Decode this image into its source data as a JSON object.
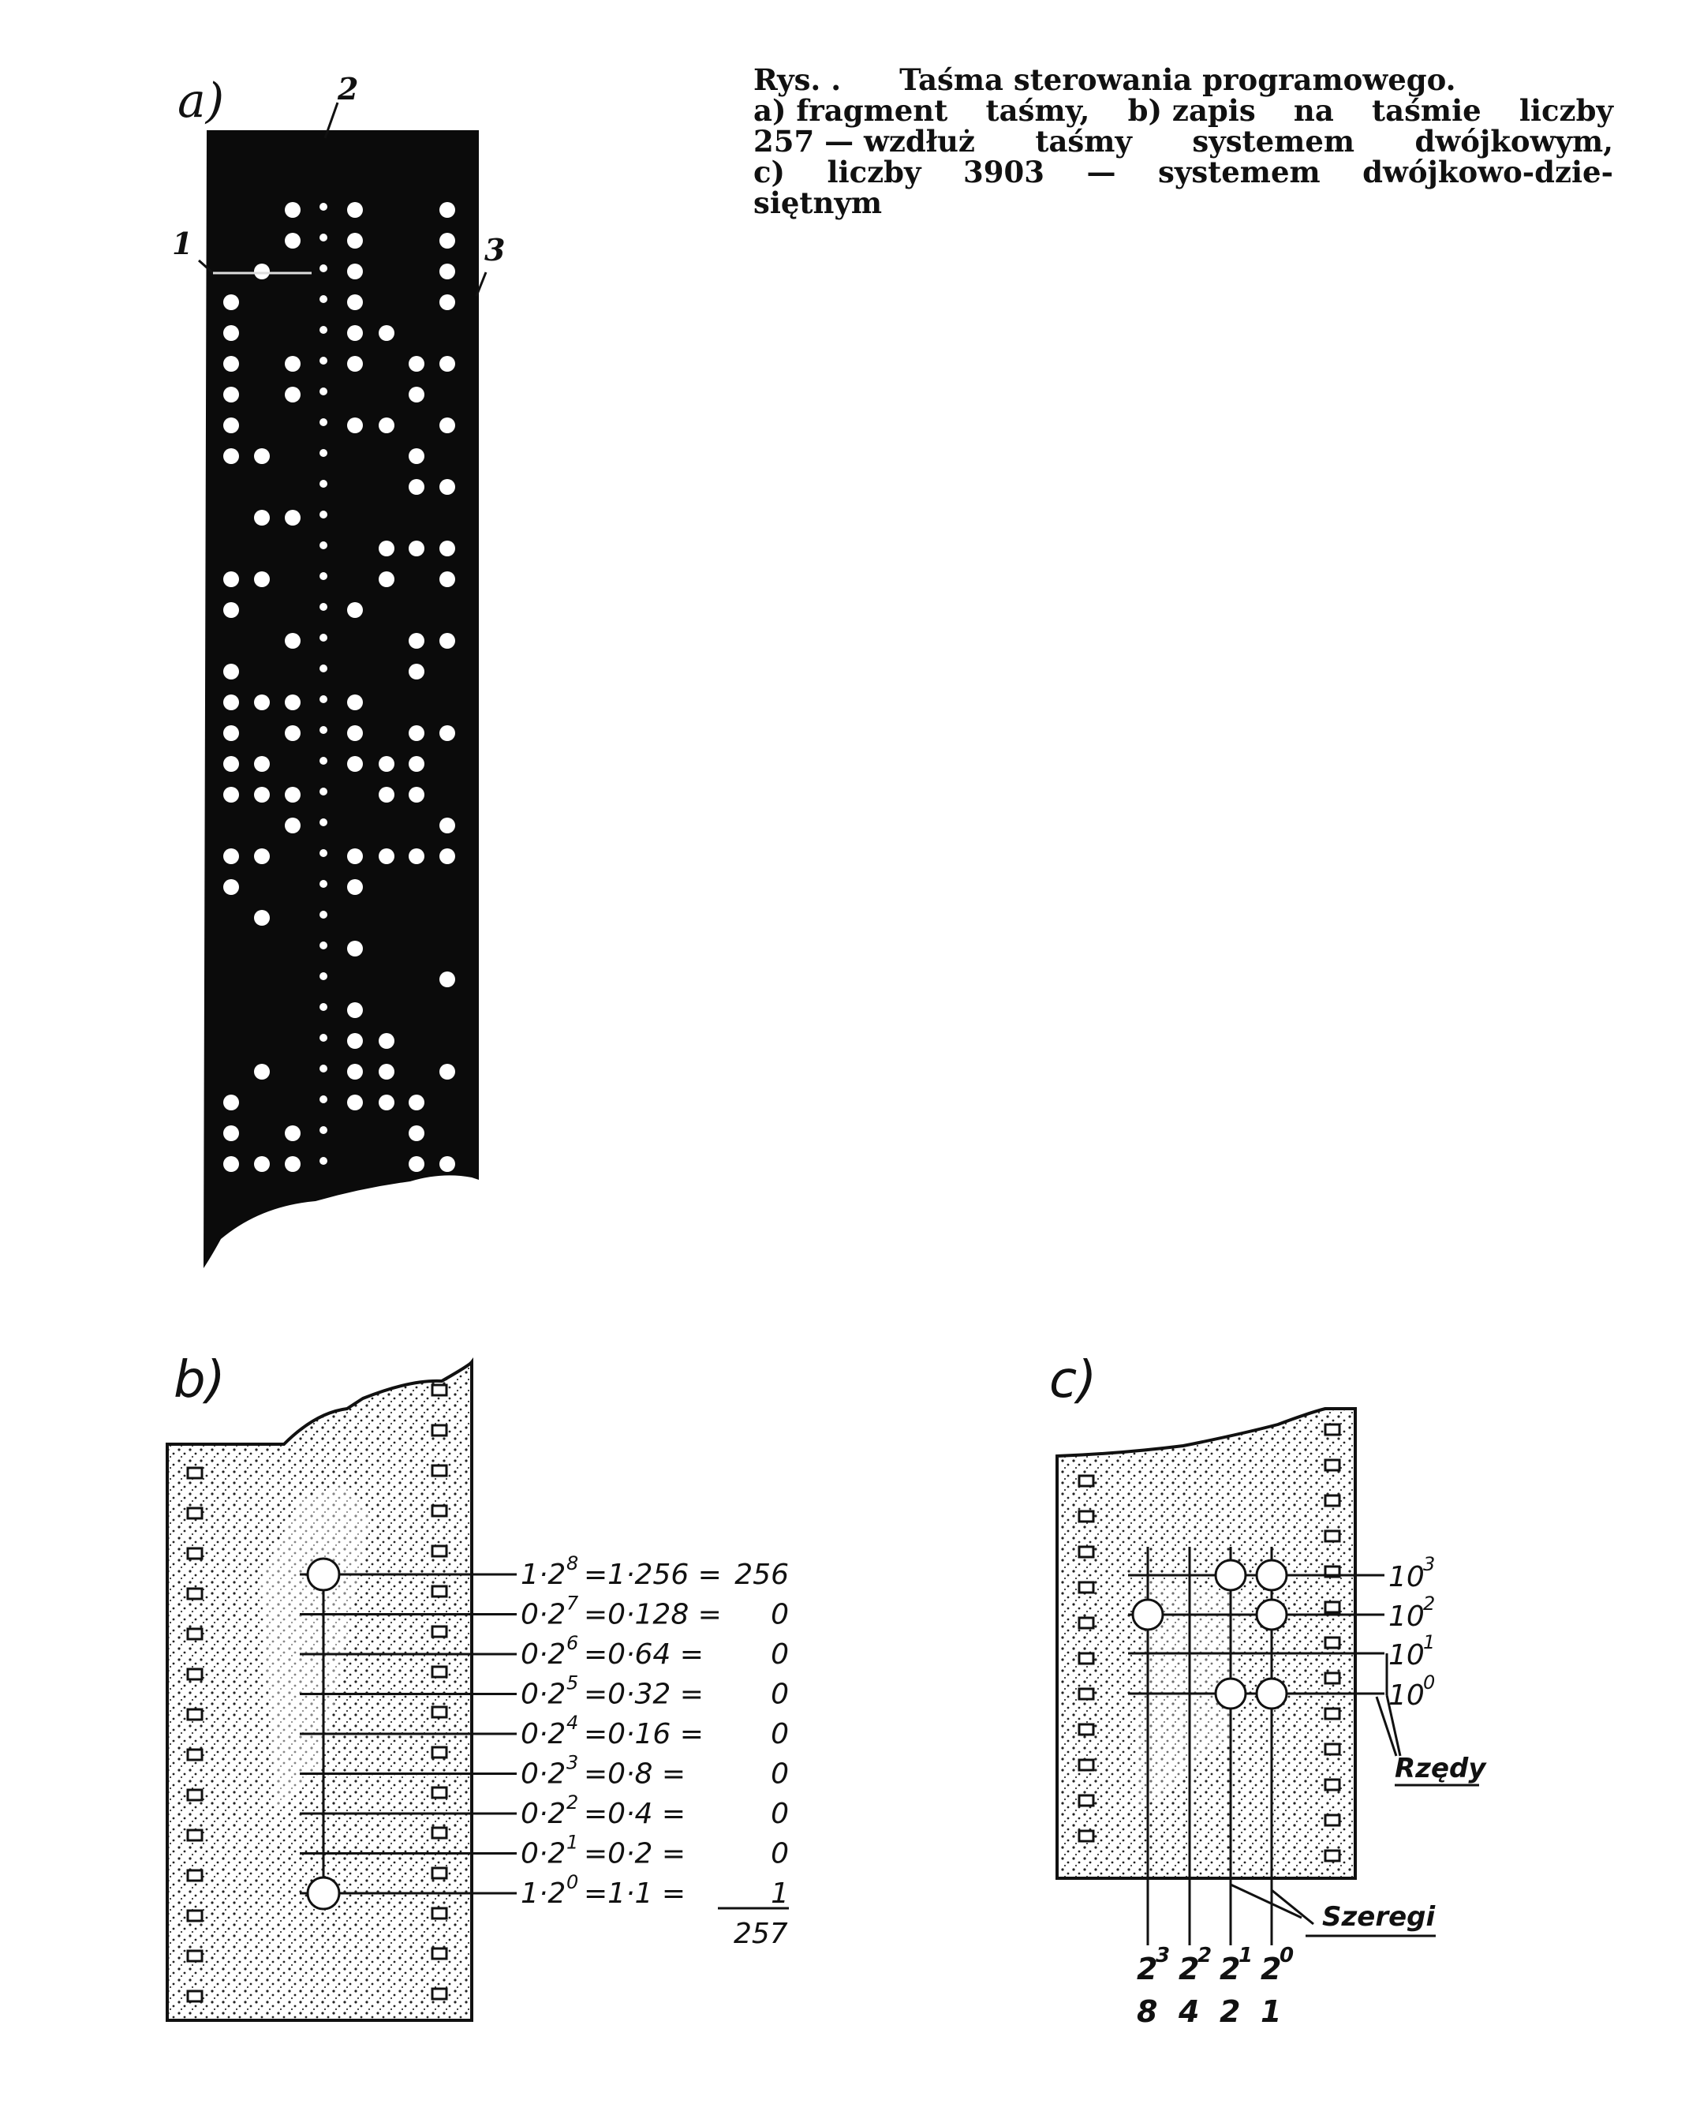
{
  "caption": {
    "prefix": "Rys. .",
    "title": "Taśma sterowania programowego.",
    "lines": [
      [
        "a) fragment",
        "taśmy,",
        "b) zapis",
        "na",
        "taśmie",
        "liczby"
      ],
      [
        "257 — wzdłuż",
        "taśmy",
        "systemem",
        "dwójkowym,"
      ],
      [
        "c)",
        "liczby",
        "3903",
        "—",
        "systemem",
        "dwójkowo-dzie-"
      ],
      [
        "siętnym"
      ]
    ]
  },
  "panel_a": {
    "label": "a)",
    "callouts": [
      "1",
      "2",
      "3"
    ]
  },
  "panel_b": {
    "label": "b)",
    "rows": [
      {
        "bit": "1",
        "exp": "8",
        "weight": "256",
        "product": "256",
        "punched": true
      },
      {
        "bit": "0",
        "exp": "7",
        "weight": "128",
        "product": "0",
        "punched": false
      },
      {
        "bit": "0",
        "exp": "6",
        "weight": "64",
        "product": "0",
        "punched": false
      },
      {
        "bit": "0",
        "exp": "5",
        "weight": "32",
        "product": "0",
        "punched": false
      },
      {
        "bit": "0",
        "exp": "4",
        "weight": "16",
        "product": "0",
        "punched": false
      },
      {
        "bit": "0",
        "exp": "3",
        "weight": "8",
        "product": "0",
        "punched": false
      },
      {
        "bit": "0",
        "exp": "2",
        "weight": "4",
        "product": "0",
        "punched": false
      },
      {
        "bit": "0",
        "exp": "1",
        "weight": "2",
        "product": "0",
        "punched": false
      },
      {
        "bit": "1",
        "exp": "0",
        "weight": "1",
        "product": "1",
        "punched": true
      }
    ],
    "total": "257"
  },
  "panel_c": {
    "label": "c)",
    "rows": [
      {
        "label": "10",
        "exp": "3",
        "holes": [
          false,
          false,
          true,
          true
        ]
      },
      {
        "label": "10",
        "exp": "2",
        "holes": [
          true,
          false,
          false,
          true
        ]
      },
      {
        "label": "10",
        "exp": "1",
        "holes": [
          false,
          false,
          false,
          false
        ]
      },
      {
        "label": "10",
        "exp": "0",
        "holes": [
          false,
          false,
          true,
          true
        ]
      }
    ],
    "columns": [
      {
        "power": "2",
        "exp": "3",
        "value": "8"
      },
      {
        "power": "2",
        "exp": "2",
        "value": "4"
      },
      {
        "power": "2",
        "exp": "1",
        "value": "2"
      },
      {
        "power": "2",
        "exp": "0",
        "value": "1"
      }
    ],
    "rows_label": "Rzędy",
    "columns_label": "Szeregi"
  },
  "colors": {
    "ink": "#111111",
    "tape_dark": "#0b0b0b",
    "paper": "#ffffff"
  }
}
